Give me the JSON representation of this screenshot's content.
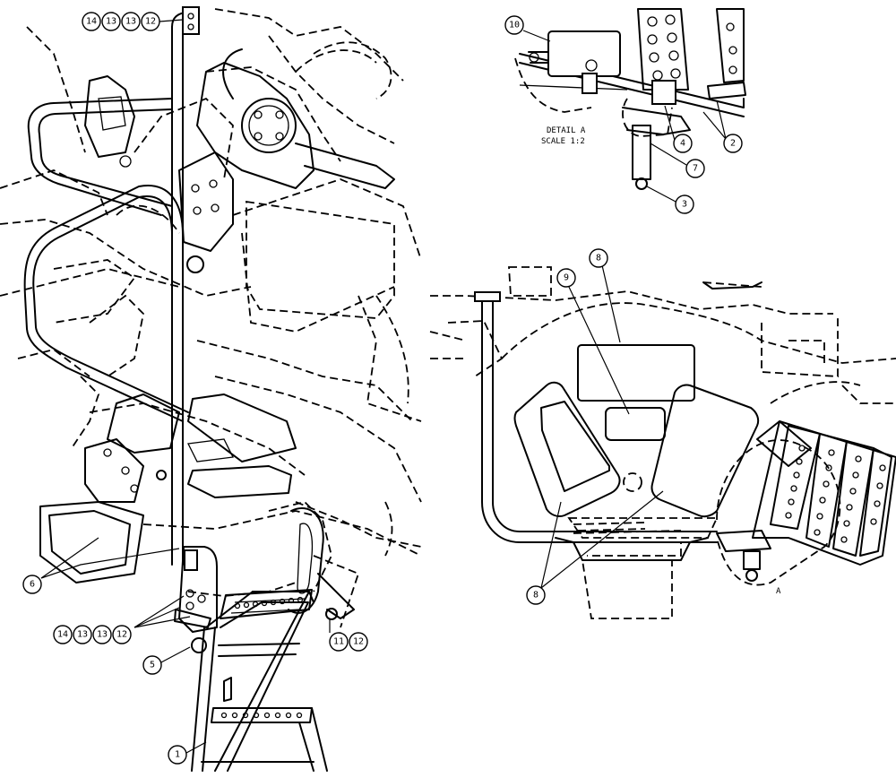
{
  "detail": {
    "title": "DETAIL A",
    "scale": "SCALE 1:2"
  },
  "section_marker": "A",
  "callouts": {
    "c14a": "14",
    "c13a": "13",
    "c13b": "13",
    "c12a": "12",
    "c6": "6",
    "c14b": "14",
    "c13c": "13",
    "c13d": "13",
    "c12b": "12",
    "c11": "11",
    "c12c": "12",
    "c5": "5",
    "c1": "1",
    "c10": "10",
    "c2": "2",
    "c4": "4",
    "c7": "7",
    "c3": "3",
    "c8a": "8",
    "c9": "9",
    "c8b": "8"
  }
}
